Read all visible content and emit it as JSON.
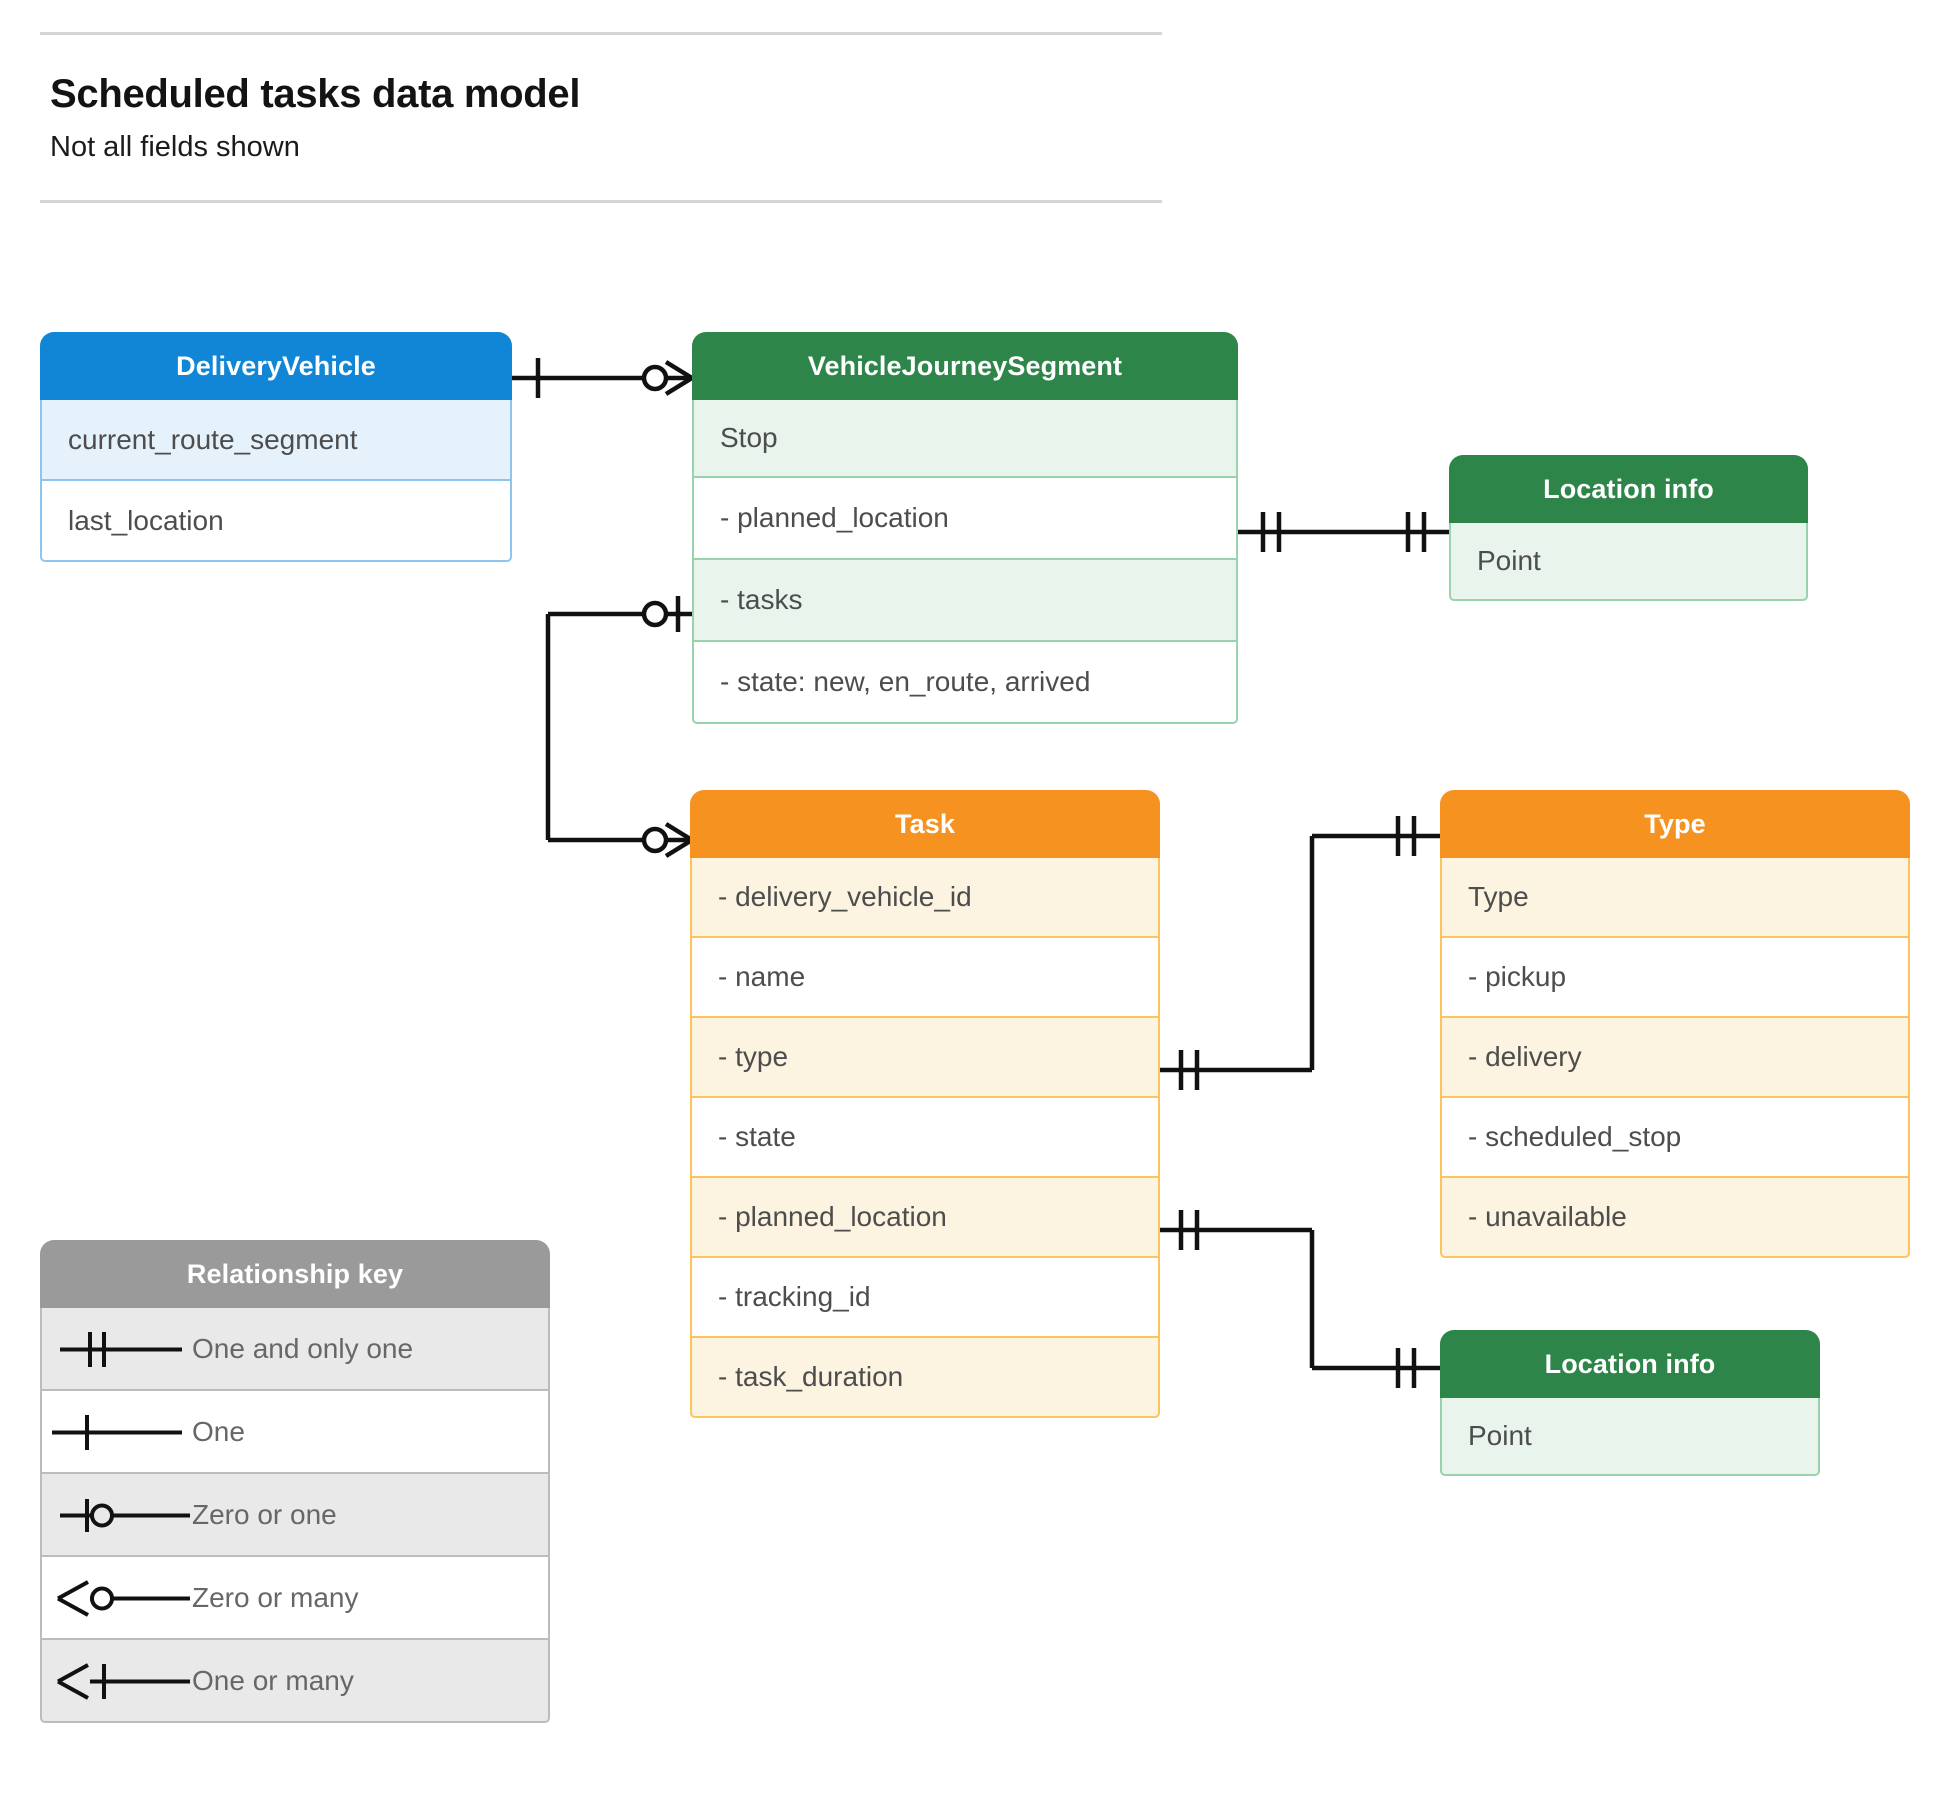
{
  "header": {
    "title": "Scheduled tasks data model",
    "subtitle": "Not all fields shown"
  },
  "entities": {
    "delivery_vehicle": {
      "name": "DeliveryVehicle",
      "color": "#1186d6",
      "rows": [
        "current_route_segment",
        "last_location"
      ]
    },
    "vehicle_journey_segment": {
      "name": "VehicleJourneySegment",
      "color": "#2e8549",
      "rows": [
        "Stop",
        "-  planned_location",
        "- tasks",
        "- state: new, en_route, arrived"
      ]
    },
    "location_info_top": {
      "name": "Location info",
      "color": "#2e8549",
      "rows": [
        "Point"
      ]
    },
    "location_info_bottom": {
      "name": "Location info",
      "color": "#2e8549",
      "rows": [
        "Point"
      ]
    },
    "task": {
      "name": "Task",
      "color": "#f59220",
      "rows": [
        "- delivery_vehicle_id",
        "- name",
        "- type",
        "- state",
        "- planned_location",
        "- tracking_id",
        "- task_duration"
      ]
    },
    "type": {
      "name": "Type",
      "color": "#f59220",
      "rows": [
        "Type",
        "-  pickup",
        "-  delivery",
        "-  scheduled_stop",
        "-  unavailable"
      ]
    }
  },
  "legend": {
    "title": "Relationship key",
    "items": [
      {
        "symbol": "one-and-only-one",
        "label": "One and only one"
      },
      {
        "symbol": "one",
        "label": "One"
      },
      {
        "symbol": "zero-or-one",
        "label": "Zero or one"
      },
      {
        "symbol": "zero-or-many",
        "label": "Zero or many"
      },
      {
        "symbol": "one-or-many",
        "label": "One or many"
      }
    ]
  },
  "relationships": [
    {
      "from": "delivery-vehicle",
      "to": "vehicle-journey-segment",
      "from_card": "one",
      "to_card": "zero-or-many"
    },
    {
      "from": "vehicle-journey-segment-planned-location",
      "to": "location-info-top",
      "from_card": "one-and-only-one",
      "to_card": "one-and-only-one"
    },
    {
      "from": "vehicle-journey-segment-tasks",
      "to": "task",
      "from_card": "zero-or-one",
      "to_card": "zero-or-many"
    },
    {
      "from": "task-type",
      "to": "type",
      "from_card": "one-and-only-one",
      "to_card": "one-and-only-one"
    },
    {
      "from": "task-planned-location",
      "to": "location-info-bottom",
      "from_card": "one-and-only-one",
      "to_card": "one-and-only-one"
    }
  ]
}
